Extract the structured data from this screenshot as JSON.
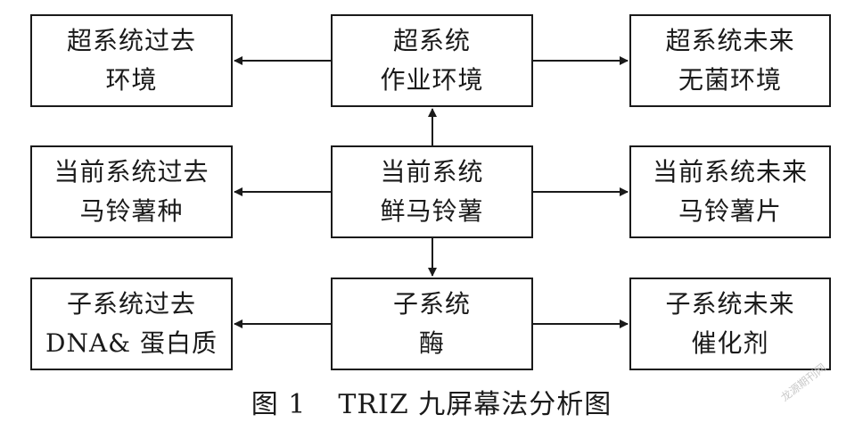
{
  "boxes": {
    "super_past": {
      "line1": "超系统过去",
      "line2": "环境"
    },
    "super_present": {
      "line1": "超系统",
      "line2": "作业环境"
    },
    "super_future": {
      "line1": "超系统未来",
      "line2": "无菌环境"
    },
    "current_past": {
      "line1": "当前系统过去",
      "line2": "马铃薯种"
    },
    "current_present": {
      "line1": "当前系统",
      "line2": "鲜马铃薯"
    },
    "current_future": {
      "line1": "当前系统未来",
      "line2": "马铃薯片"
    },
    "sub_past": {
      "line1": "子系统过去",
      "line2": "DNA& 蛋白质"
    },
    "sub_present": {
      "line1": "子系统",
      "line2": "酶"
    },
    "sub_future": {
      "line1": "子系统未来",
      "line2": "催化剂"
    }
  },
  "caption": {
    "figure_number": "图 1",
    "title": "TRIZ 九屏幕法分析图"
  },
  "watermark": "龙源期刊网",
  "colors": {
    "line": "#1a1a1a",
    "background": "#ffffff",
    "watermark": "#c9c9c9"
  }
}
